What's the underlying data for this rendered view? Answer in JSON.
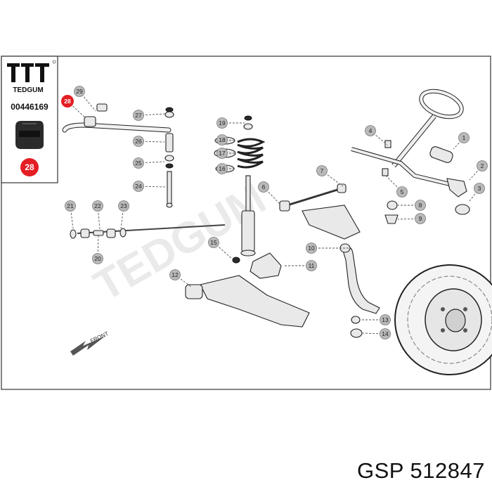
{
  "brand": {
    "name": "TEDGUM",
    "part_number": "00446169",
    "badge": "28"
  },
  "watermark": "TEDGUM",
  "front_label": "FRONT",
  "callouts": [
    {
      "label": "29"
    },
    {
      "label": "28"
    },
    {
      "label": "27"
    },
    {
      "label": "26"
    },
    {
      "label": "25"
    },
    {
      "label": "24"
    },
    {
      "label": "19"
    },
    {
      "label": "18"
    },
    {
      "label": "17"
    },
    {
      "label": "16"
    },
    {
      "label": "4"
    },
    {
      "label": "5"
    },
    {
      "label": "1"
    },
    {
      "label": "2"
    },
    {
      "label": "3"
    },
    {
      "label": "7"
    },
    {
      "label": "6"
    },
    {
      "label": "8"
    },
    {
      "label": "9"
    },
    {
      "label": "21"
    },
    {
      "label": "22"
    },
    {
      "label": "23"
    },
    {
      "label": "20"
    },
    {
      "label": "15"
    },
    {
      "label": "10"
    },
    {
      "label": "11"
    },
    {
      "label": "12"
    },
    {
      "label": "13"
    },
    {
      "label": "14"
    }
  ],
  "caption": {
    "brand": "GSP",
    "number": "512847"
  }
}
